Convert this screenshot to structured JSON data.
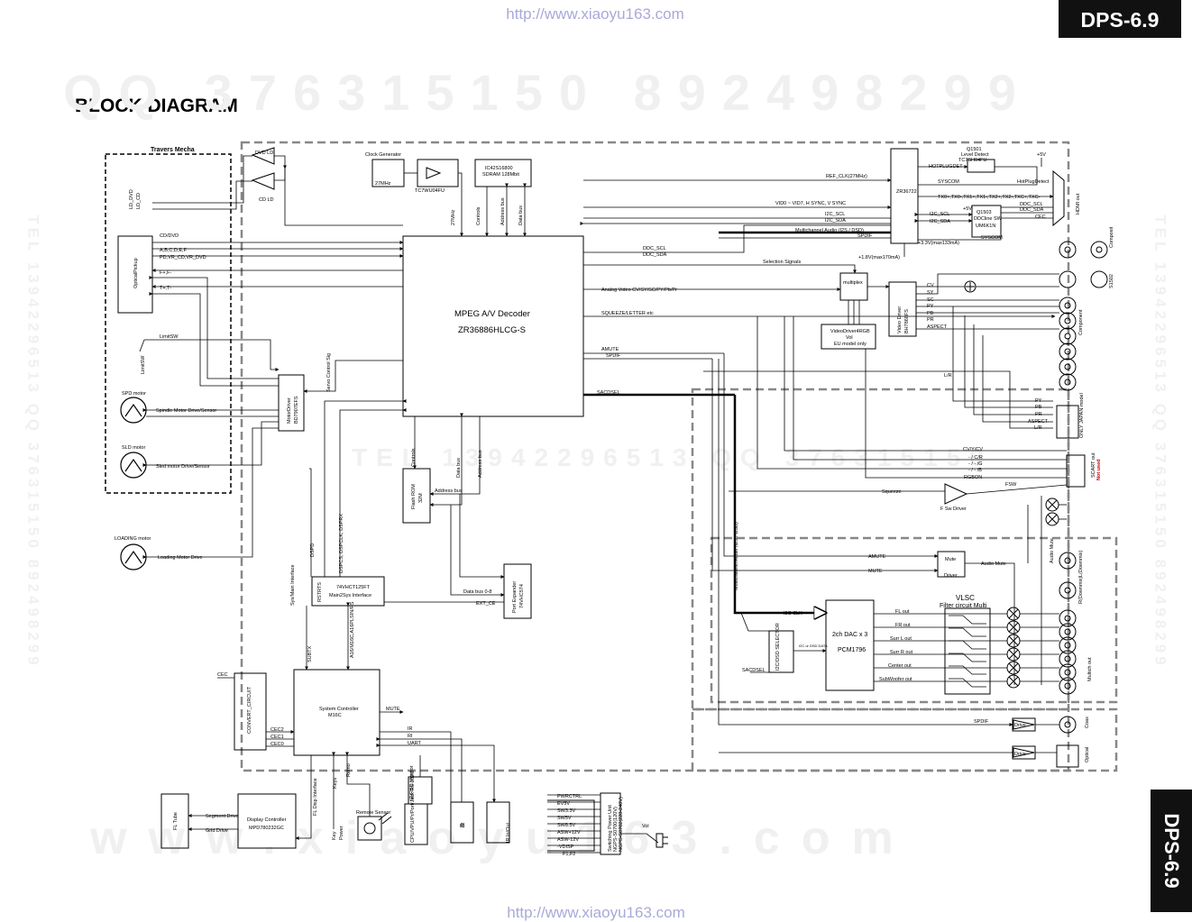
{
  "header": {
    "url_top": "http://www.xiaoyu163.com",
    "url_bottom": "http://www.xiaoyu163.com",
    "model_badge": "DPS-6.9",
    "side_badge": "DPS-6.9",
    "page_title": "BLOCK DIAGRAM"
  },
  "watermarks": {
    "qq_top": "QQ 376315150    892498299",
    "qq_mid": "TEL 13942296513  QQ 376315150",
    "www_bottom": "www.xiaoyu163.com",
    "tel_left": "TEL 13942296513  QQ 376315150  892498299",
    "tel_right": "TEL 13942296513  QQ 376315150  892498299"
  },
  "blocks": {
    "traverse": "Travers Mecha",
    "decoder_1": "MPEG A/V Decoder",
    "decoder_2": "ZR36886HLCG-S",
    "sdram_1": "IC42S16800",
    "sdram_2": "SDRAM 128Mbit",
    "clock": "Clock Generator",
    "clock_freq": "27MHz",
    "clock_ic": "TC7WU04FU",
    "zr": "ZR36722",
    "q1501_1": "Q1501",
    "q1501_2": "Level Detect",
    "q1501_3": "TC7SH04FU",
    "q1503_1": "Q1503",
    "q1503_2": "DDCline SW",
    "q1503_3": "UM6K1N",
    "multiplex": "multiplex",
    "video_driver_1": "Video Driver",
    "video_driver_2": "BH7868FS",
    "rgb_1": "VideoDriver4RGB",
    "rgb_2": "Vol",
    "rgb_3": "EU model only",
    "optical_pickup": "OpticalPickup",
    "motor_driver_1": "MotorDriver",
    "motor_driver_2": "BD7907EFS",
    "flash_1": "Flash ROM",
    "flash_2": "32M",
    "port_exp_1": "Port Expander",
    "port_exp_2": "74VHC574",
    "interface_1": "74VHCT125FT",
    "interface_2": "Main2Sys Interface",
    "sys_ctrl_1": "System Controller",
    "sys_ctrl_2": "M16C",
    "convert": "CONVERT_CIRCUIT",
    "display_ctrl_1": "Display Controller",
    "display_ctrl_2": "MPD780232GC",
    "fl_tube": "FL Tube",
    "dac_1": "2ch DAC x 3",
    "dac_2": "PCM1796",
    "selector": "I2C/DSD SELECTOR",
    "mute": "Mute",
    "driver": "Driver",
    "vlsc_1": "VLSC",
    "vlsc_2": "Filter circuit Multi",
    "power_1": "Switching Power Unit",
    "power_2": "NGPS-S0700(120V)",
    "power_3": "NGPS-S0702(220-240V)",
    "remote_sensor": "Remote Sensor",
    "fsw_driver": "F Sw Driver",
    "drive_coax": "Drive",
    "drive_opt": "Drive",
    "ir": "IR",
    "ir_out": "IR In/Out",
    "ri_cpu": "RI"
  },
  "signals": {
    "dvd_ld": "DVD LD",
    "cd_ld": "CD LD",
    "ld_dvd": "LD_DVD",
    "ld_cd": "LD_CD",
    "cd_dvd": "CD/DVD",
    "abcdef": "A,B,C,D,E,F",
    "pd": "PD,VR_CD,VR_DVD",
    "fplus": "F+,F-",
    "tplus": "T+,T-",
    "limitsw": "LimitSW",
    "limitsw_v": "LimitSW",
    "spd_motor": "SPD motor",
    "spindle": "Spindle Motor Drive/Sensor",
    "sld_motor": "SLD motor",
    "sled": "Sled motor Drive/Sensor",
    "loading_motor": "LOADING motor",
    "loading_drive": "Loading Motor Drive",
    "servo": "Servo Control Sig",
    "ref_clk": "REF_CLK(27MHz)",
    "vid": "VID0 ~ VID7, H SYNC, V SYNC",
    "i2c_scl": "I2C_SCL",
    "i2c_sda": "I2C_SDA",
    "i2c_scl2": "I2C_SCL",
    "i2c_sda2": "I2C_SDA",
    "multich": "Multichannel Audio (I2S / DSD)",
    "spdif_top": "SPDIF",
    "hotplug": "HOTPLUGDET",
    "hotplug2": "HotPlugDetect",
    "syscom": "SYSCOM",
    "syscom2": "SYSCOM",
    "tmds": "TX0+,TX0-,TX1+,TX1-,TX2+,TX2-,TXC+,TXC-",
    "ddc_scl": "DDC_SCL",
    "ddc_sda": "DDC_SDA",
    "cec": "CEC",
    "plus5v_a": "+5V",
    "plus5v_b": "+5V",
    "v33": "+3.3V(max133mA)",
    "v18": "+1.8V(max170mA)",
    "hdmi_out": "HDMI out",
    "ddc_scl_d": "DDC_SCL",
    "ddc_sda_d": "DDC_SDA",
    "selection": "Selection Signals",
    "analog_video": "Analog Video CV/SY/SC/PY/Pb/Pr",
    "squeeze": "SQUEEZE/LETTER etc",
    "amute": "AMUTE",
    "spdif": "SPDIF",
    "sacdsel": "SACDSEL",
    "mhz27": "27MHz",
    "controls": "Controls",
    "address_bus": "Address bus",
    "data_bus": "Data bus",
    "cv": "CV",
    "sy": "SY",
    "sc": "SC",
    "py": "PY",
    "pb": "PB",
    "pr": "PR",
    "aspect": "ASPECT",
    "py2": "PY",
    "pb2": "PB",
    "pr2": "PR",
    "aspect2": "ASPECT",
    "lr": "L/R",
    "lr2": "L/R",
    "composit": "Composit",
    "s1502": "S1502",
    "component": "Component",
    "only_japan": "ONLY JAPAN model",
    "cvycv": "CV/Y/CV",
    "c_r": "- / C/R",
    "c_g": "- / - /G",
    "c_b": "- / - /B",
    "rgbon": "RGBON",
    "fsw": "FSW",
    "squeeze_sig": "Squeeze",
    "scart": "SCART out",
    "not_used": "Not used",
    "multich_audio": "Multichannel Audio (I2S / DSD)",
    "amute2": "AMUTE",
    "mute_sig": "MUTE",
    "audio_mute": "Audio Mute",
    "audio_mute_v": "Audio Mute",
    "l_downmix": "L(Downmix)",
    "r_downmix": "R(Downmix)",
    "i2c_clk": "I2C CLK",
    "fl_out": "FL out",
    "fr_out": "FR out",
    "surr_l_out": "Surr L out",
    "surr_r_out": "Surr R out",
    "center_out": "Center out",
    "subwoofer_out": "SubWoofer out",
    "i2c_dsd_data": "I2C or DSD DATA",
    "multich_out": "Multich out",
    "sacdsel2": "SACDSEL",
    "spdif2": "SPDIF",
    "coax": "Coax",
    "optical": "Optical",
    "dsp_sel": "DSPCS, DSPCLK, DSPRX",
    "dspd": "DSPD",
    "sys_main": "Sys/Main Interface",
    "rst": "RSTRTS",
    "bus_ctrl": "A16/M16C,A16PLSIN/RS",
    "data_bus_08": "Data bus 0-8",
    "ext_ce": "EXT_CE",
    "sbrx": "SUBTX",
    "cec_in": "CEC",
    "cec2": "CEC2",
    "cec1": "CEC1",
    "cec0": "CEC0",
    "mute_out": "MUTE",
    "ir_sig": "IR",
    "ri_sig": "RI",
    "uart": "UART",
    "fl_interface": "FL Disp Interface",
    "keys": "Keys",
    "remo": "Remo",
    "segment": "Segment Drive",
    "grid": "Grid Drive",
    "key": "Key",
    "power_sw": "Power",
    "cpu_rs": "CPU/VPU/Pr/Port/Jack RS-232C",
    "ri_mon": "IR/RSD Monitor",
    "pwrctrl": "PWRCTRL",
    "ev5": "EV5V",
    "sw33": "SW3.3V",
    "sw5": "SW5V",
    "sw8": "SW8.5V",
    "asw12": "ASW+12V",
    "aswm12": "ASW-12V",
    "vdisp": "-VDISP",
    "f1f2": "F1,F2",
    "vol": "Vol"
  }
}
